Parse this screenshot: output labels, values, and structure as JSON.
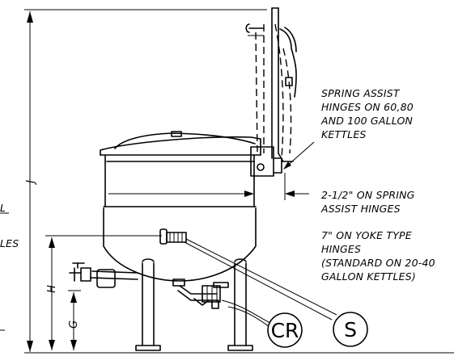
{
  "notes": {
    "spring_assist": [
      "SPRING ASSIST",
      "HINGES ON 60,80",
      "AND 100 GALLON",
      "KETTLES"
    ],
    "offset_spring": [
      "2-1/2\" ON SPRING",
      "ASSIST HINGES"
    ],
    "yoke": [
      "7\" ON YOKE TYPE",
      "HINGES",
      "(STANDARD ON 20-40",
      "GALLON KETTLES)"
    ]
  },
  "dimensions": {
    "overall": "J",
    "h": "H",
    "g": "G"
  },
  "callouts": {
    "cr": "CR",
    "s": "S"
  },
  "cropped_left": {
    "text_a": "L",
    "text_b": "LES"
  }
}
